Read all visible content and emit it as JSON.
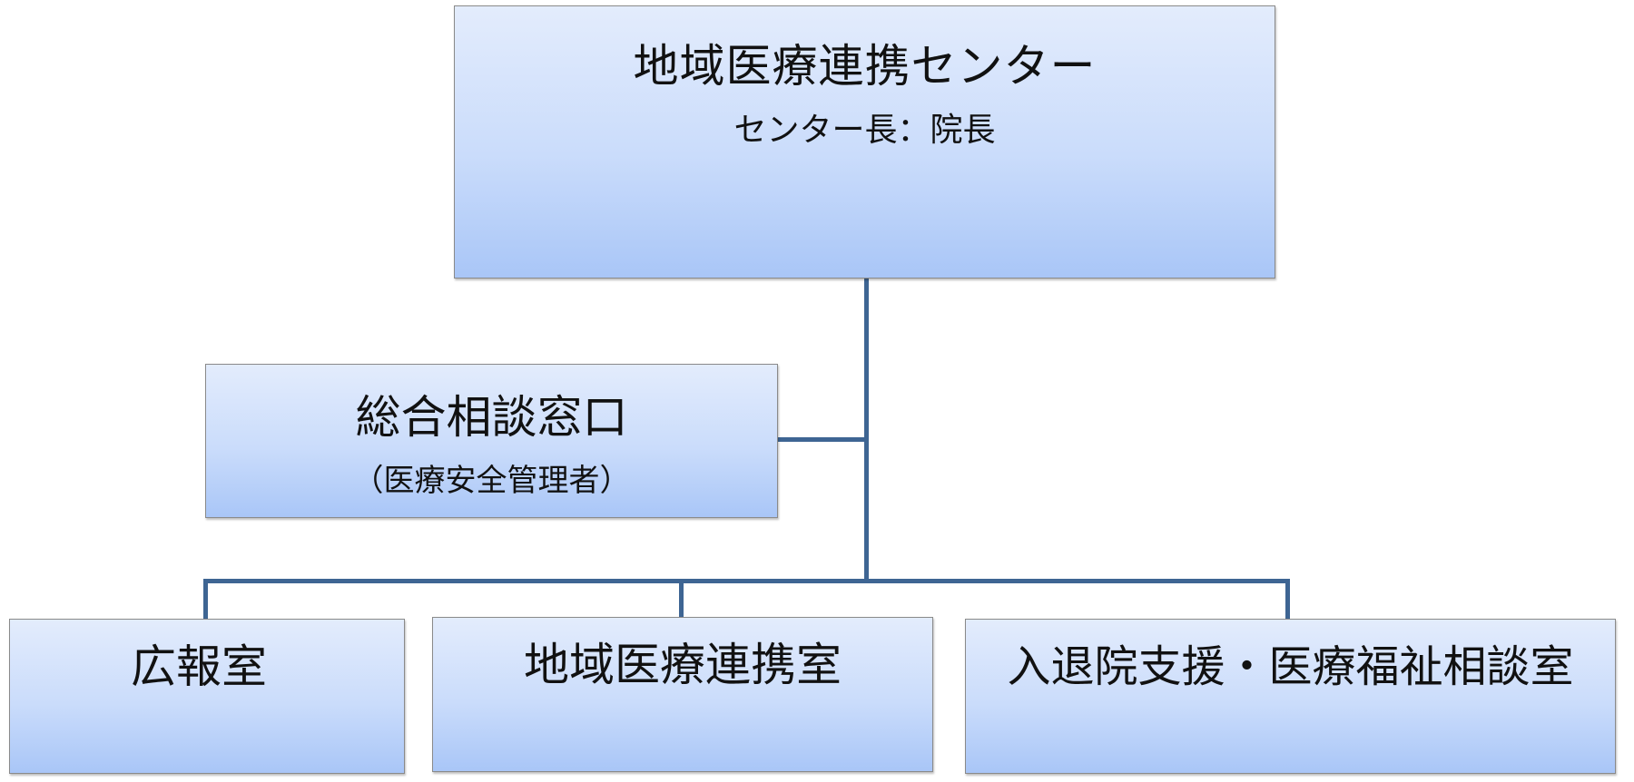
{
  "top": {
    "title": "地域医療連携センター",
    "subtitle": "センター長：院長"
  },
  "counter": {
    "title": "総合相談窓口",
    "subtitle": "（医療安全管理者）"
  },
  "departments": [
    {
      "label": "広報室"
    },
    {
      "label": "地域医療連携室"
    },
    {
      "label": "入退院支援・医療福祉相談室"
    }
  ],
  "colors": {
    "connector": "#3e6593",
    "box_top": "#e3ecfc",
    "box_bottom": "#a9c6f7"
  }
}
